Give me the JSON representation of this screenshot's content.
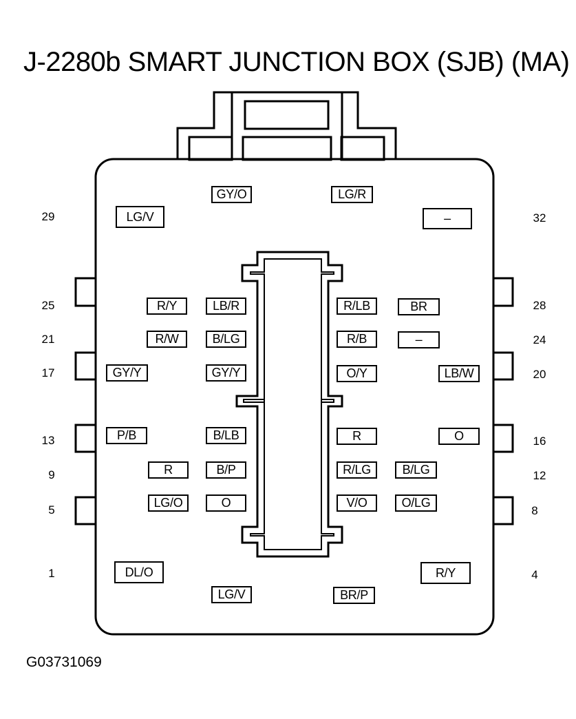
{
  "title": "J-2280b SMART JUNCTION BOX (SJB) (MA)",
  "figure_id": "G03731069",
  "pin_numbers": {
    "p29": "29",
    "p32": "32",
    "p25": "25",
    "p28": "28",
    "p21": "21",
    "p24": "24",
    "p17": "17",
    "p20": "20",
    "p13": "13",
    "p16": "16",
    "p9": "9",
    "p12": "12",
    "p5": "5",
    "p8": "8",
    "p1": "1",
    "p4": "4"
  },
  "wires": {
    "w_gyo": "GY/O",
    "w_lgr": "LG/R",
    "w_lgv_top": "LG/V",
    "w_dash_top": "–",
    "w_ry": "R/Y",
    "w_lbr": "LB/R",
    "w_rlb": "R/LB",
    "w_br": "BR",
    "w_rw": "R/W",
    "w_blg_l": "B/LG",
    "w_rb": "R/B",
    "w_dash_mid": "–",
    "w_gyy_l": "GY/Y",
    "w_gyy_r": "GY/Y",
    "w_oy": "O/Y",
    "w_lbw": "LB/W",
    "w_pb": "P/B",
    "w_blb": "B/LB",
    "w_r_r": "R",
    "w_o_r": "O",
    "w_r_l": "R",
    "w_bp": "B/P",
    "w_rlg": "R/LG",
    "w_blg_r": "B/LG",
    "w_lgo": "LG/O",
    "w_o_l": "O",
    "w_vo": "V/O",
    "w_olg": "O/LG",
    "w_dlo": "DL/O",
    "w_ry_b": "R/Y",
    "w_lgv_b": "LG/V",
    "w_brp": "BR/P"
  }
}
